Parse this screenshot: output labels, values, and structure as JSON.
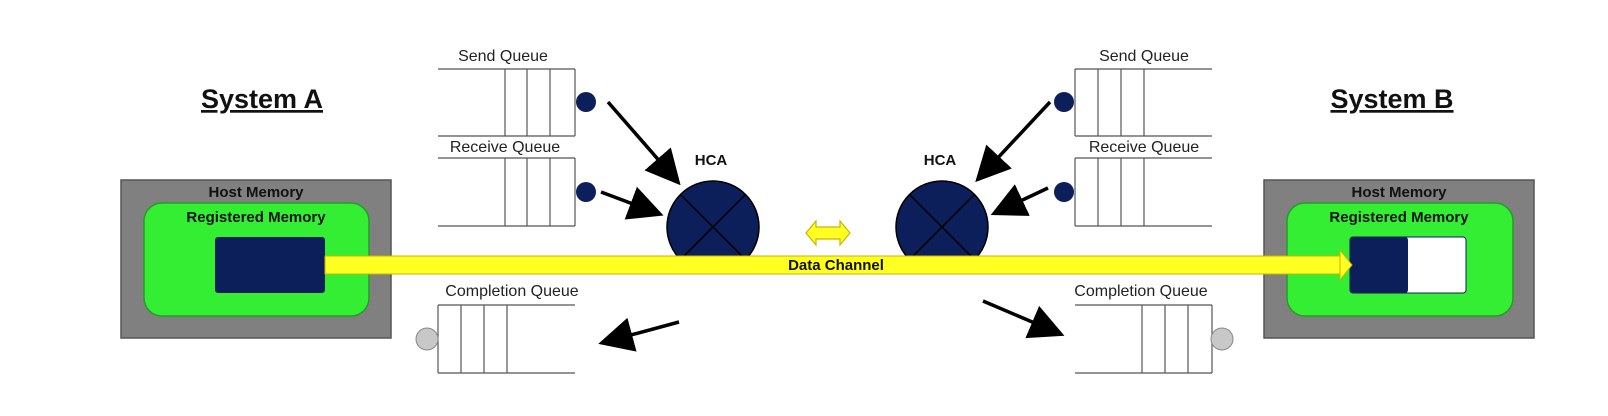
{
  "system_a": {
    "title": "System A",
    "host_memory": "Host Memory",
    "registered_memory": "Registered Memory",
    "send_queue": "Send Queue",
    "receive_queue": "Receive Queue",
    "completion_queue": "Completion Queue",
    "hca": "HCA"
  },
  "system_b": {
    "title": "System B",
    "host_memory": "Host Memory",
    "registered_memory": "Registered Memory",
    "send_queue": "Send Queue",
    "receive_queue": "Receive Queue",
    "completion_queue": "Completion Queue",
    "hca": "HCA"
  },
  "channel": {
    "label": "Data Channel"
  },
  "colors": {
    "host_memory": "#808080",
    "registered_memory": "#33ee33",
    "buffer": "#0c1f5a",
    "hca": "#0c1f5a",
    "channel": "#ffff22",
    "queue_dot": "#0c1f5a",
    "completion_dot": "#c8c8c8"
  }
}
